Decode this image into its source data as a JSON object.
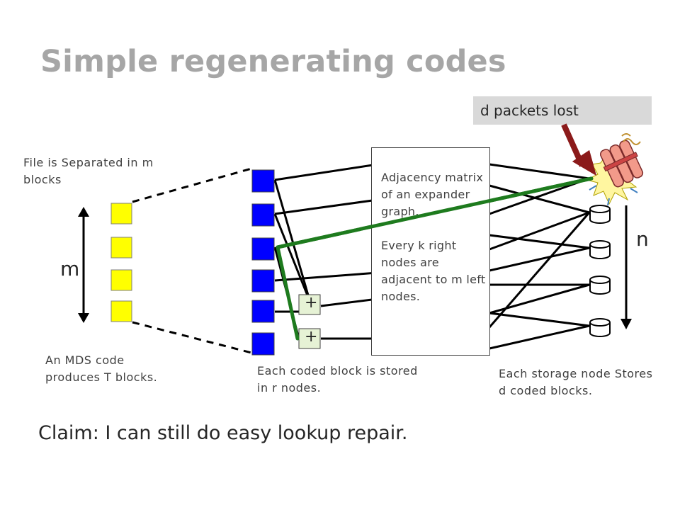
{
  "title": "Simple regenerating codes",
  "labels": {
    "file_separated": "File is Separated in m blocks",
    "mds": "An MDS code produces T blocks.",
    "coded_block": "Each coded block is stored in r nodes.",
    "storage_node": "Each storage node Stores d coded blocks.",
    "m": "m",
    "n": "n",
    "packets_lost": "d packets lost",
    "claim": "Claim: I can still do easy lookup repair.",
    "plus": "+"
  },
  "matrix": {
    "line1": "Adjacency matrix of an expander graph.",
    "line2": "Every k right nodes are adjacent to m left nodes."
  },
  "colors": {
    "title": "#a6a6a6",
    "yellow_block": "#ffff00",
    "blue_block": "#0000ff",
    "green_edge": "#1e7b1e",
    "arrow_red": "#8b1a1a",
    "lost_box": "#d9d9d9"
  }
}
